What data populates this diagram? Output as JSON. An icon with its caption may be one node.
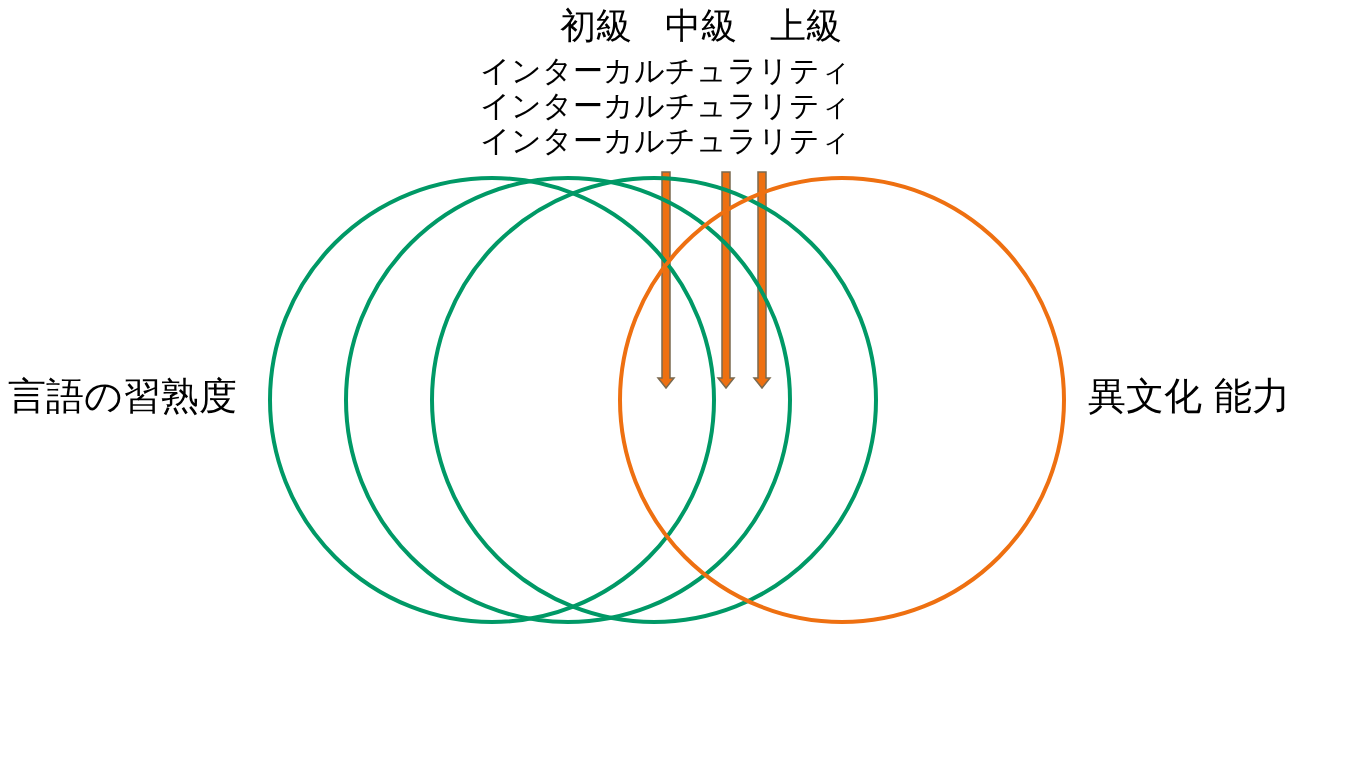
{
  "diagram": {
    "nodes": [
      {
        "text": [],
        "shape": "circle",
        "beside": [
          "言語の習熟度"
        ]
      },
      {
        "text": [],
        "shape": "circle"
      },
      {
        "text": [],
        "shape": "circle"
      },
      {
        "text": [],
        "shape": "circle",
        "beside": [
          "異文化 能力"
        ]
      }
    ],
    "labels": [
      "初級",
      "中級",
      "上級",
      "インターカルチュラリティ",
      "インターカルチュラリティ",
      "インターカルチュラリティ"
    ]
  }
}
